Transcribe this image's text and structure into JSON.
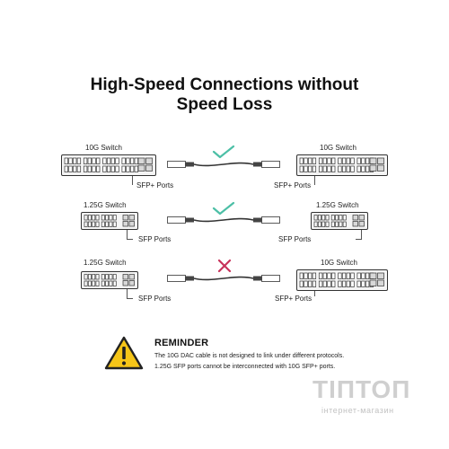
{
  "title": {
    "line1": "High-Speed Connections without",
    "line2": "Speed Loss"
  },
  "rows": [
    {
      "left_switch": "10G Switch",
      "left_ports": "SFP+ Ports",
      "right_switch": "10G Switch",
      "right_ports": "SFP+ Ports",
      "status": "compatible",
      "status_icon": "checkmark-icon",
      "status_color": "#4cbfa6"
    },
    {
      "left_switch": "1.25G Switch",
      "left_ports": "SFP Ports",
      "right_switch": "1.25G Switch",
      "right_ports": "SFP Ports",
      "status": "compatible",
      "status_icon": "checkmark-icon",
      "status_color": "#4cbfa6"
    },
    {
      "left_switch": "1.25G Switch",
      "left_ports": "SFP Ports",
      "right_switch": "10G Switch",
      "right_ports": "SFP+ Ports",
      "status": "incompatible",
      "status_icon": "cross-icon",
      "status_color": "#c8325a"
    }
  ],
  "reminder": {
    "title": "REMINDER",
    "line1": "The 10G DAC cable is not designed to link under different protocols.",
    "line2": "1.25G SFP ports cannot be interconnected with 10G SFP+ ports.",
    "icon": "warning-icon",
    "icon_color": "#f5c518"
  },
  "watermark": {
    "brand": "ТІПТОП",
    "sub": "інтернет-магазин"
  }
}
